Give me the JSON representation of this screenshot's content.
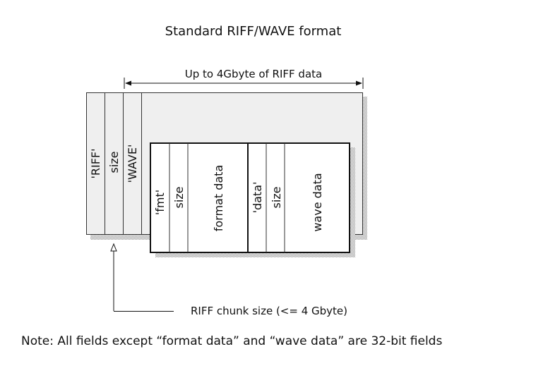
{
  "title": "Standard RIFF/WAVE format",
  "span_label": "Up to 4Gbyte of RIFF data",
  "fields": {
    "riff_id": "'RIFF'",
    "riff_size": "size",
    "wave_id": "'WAVE'",
    "fmt_id": "'fmt'",
    "fmt_size": "size",
    "format_data": "format data",
    "data_id": "'data'",
    "data_size": "size",
    "wave_data": "wave data"
  },
  "chunk_size_label": "RIFF chunk size (<= 4 Gbyte)",
  "note": "Note: All fields except “format data” and “wave data” are 32-bit fields"
}
